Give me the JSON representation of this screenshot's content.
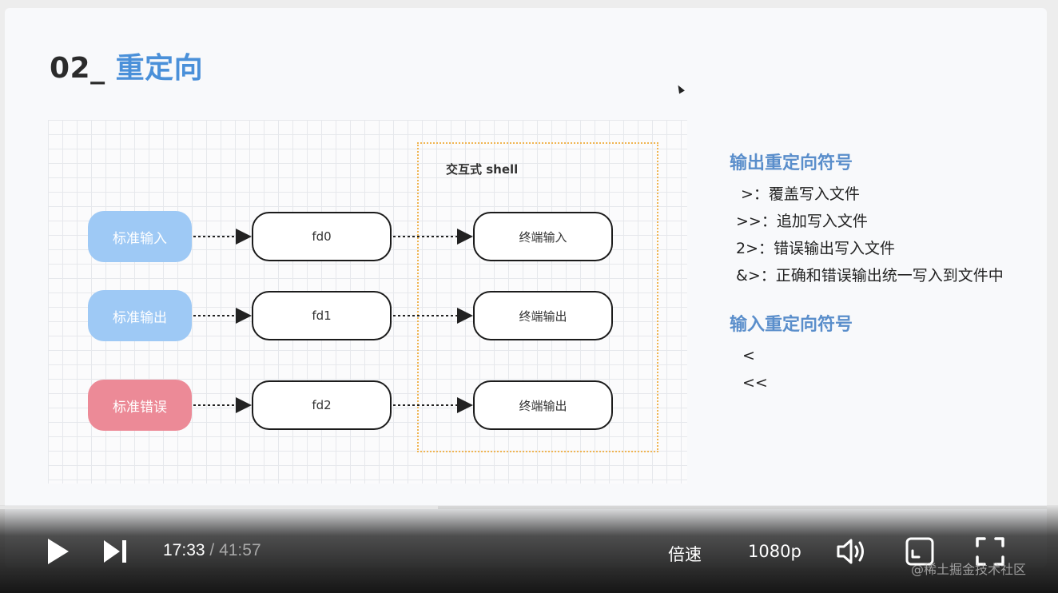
{
  "slide": {
    "title_prefix": "02_",
    "title_highlight": "重定向",
    "shell_label": "交互式 shell",
    "sources": [
      {
        "label": "标准输入",
        "color": "#9ec9f5"
      },
      {
        "label": "标准输出",
        "color": "#9ec9f5"
      },
      {
        "label": "标准错误",
        "color": "#ec8a97"
      }
    ],
    "fds": [
      "fd0",
      "fd1",
      "fd2"
    ],
    "terminals": [
      "终端输入",
      "终端输出",
      "终端输出"
    ],
    "output_redirect": {
      "heading": "输出重定向符号",
      "items": [
        ">：覆盖写入文件",
        ">>：追加写入文件",
        "2>：错误输出写入文件",
        "&>：正确和错误输出统一写入到文件中"
      ]
    },
    "input_redirect": {
      "heading": "输入重定向符号",
      "items": [
        "<",
        "<<"
      ]
    },
    "highlight_color": "#4a90d9",
    "shell_border_color": "#f0b552"
  },
  "player": {
    "current_time": "17:33",
    "separator": " / ",
    "total_time": "41:57",
    "progress_fraction": 0.418,
    "speed_label": "倍速",
    "quality_label": "1080p",
    "watermark": "@稀土掘金技术社区",
    "icons": [
      "play-icon",
      "next-icon",
      "volume-icon",
      "pip-icon",
      "fullscreen-icon"
    ]
  }
}
